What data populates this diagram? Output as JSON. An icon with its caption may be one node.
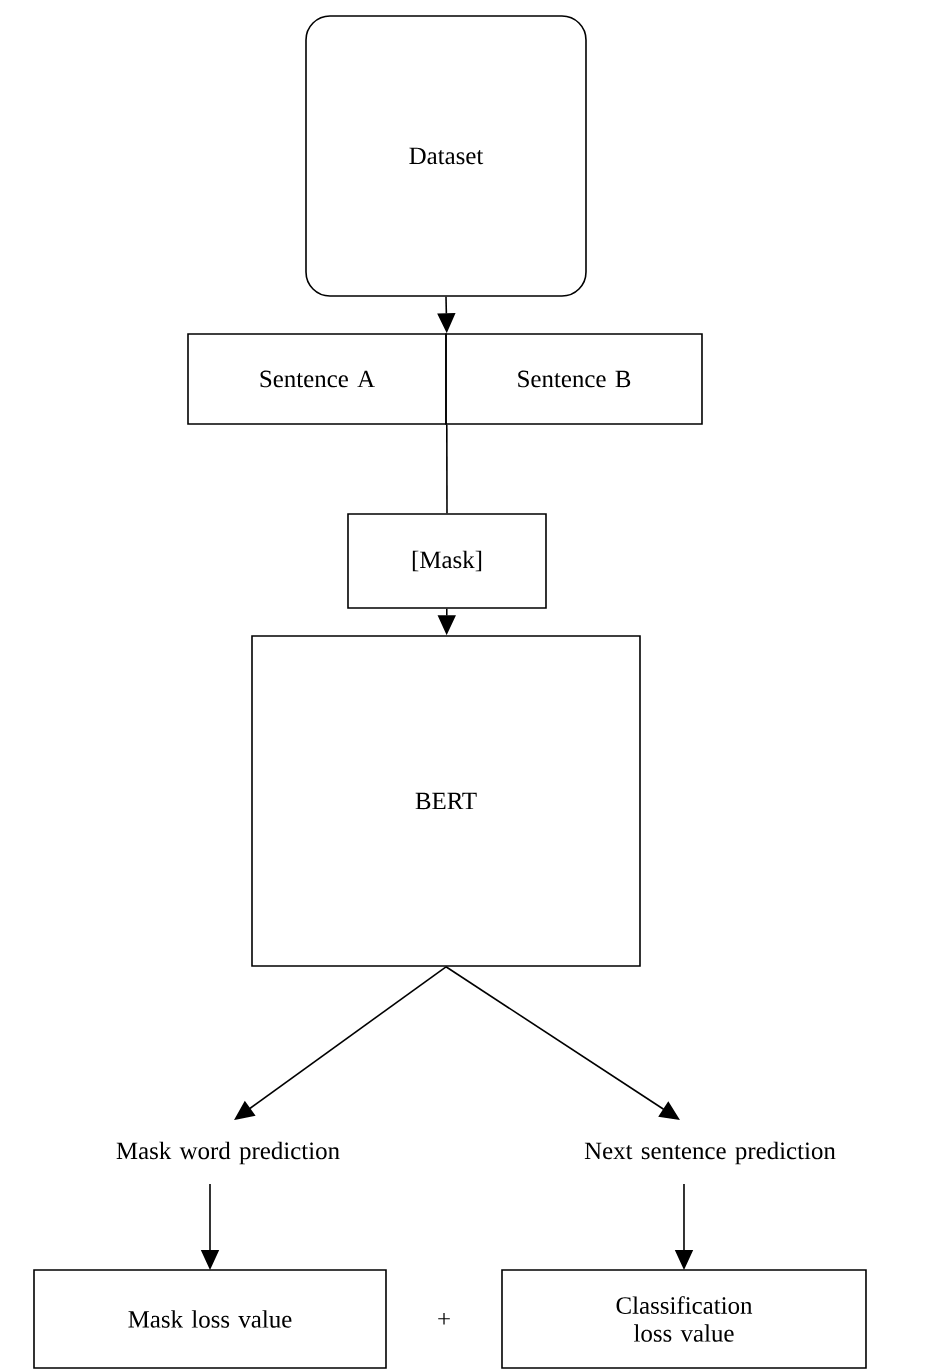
{
  "diagram": {
    "nodes": [
      {
        "text": [
          "Dataset"
        ]
      },
      {
        "text": [
          "Sentence A"
        ]
      },
      {
        "text": [
          "Sentence B"
        ]
      },
      {
        "text": [
          "[Mask]"
        ]
      },
      {
        "text": [
          "BERT"
        ]
      },
      {
        "text": [
          "Mask word prediction"
        ]
      },
      {
        "text": [
          "Next sentence prediction"
        ]
      },
      {
        "text": [
          "Mask loss value"
        ]
      },
      {
        "text": [
          "Classification loss value"
        ]
      }
    ],
    "edges": [
      {
        "from": 0,
        "to": 1,
        "arrow": "to"
      },
      {
        "from": 0,
        "to": 2,
        "arrow": "to"
      },
      {
        "from": 1,
        "to": 3,
        "arrow": "none"
      },
      {
        "from": 2,
        "to": 3,
        "arrow": "none"
      },
      {
        "from": 3,
        "to": 4,
        "arrow": "to"
      },
      {
        "from": 4,
        "to": 5,
        "arrow": "to"
      },
      {
        "from": 4,
        "to": 6,
        "arrow": "to"
      },
      {
        "from": 5,
        "to": 7,
        "arrow": "to"
      },
      {
        "from": 6,
        "to": 8,
        "arrow": "to"
      }
    ],
    "labels": [
      "+"
    ]
  }
}
